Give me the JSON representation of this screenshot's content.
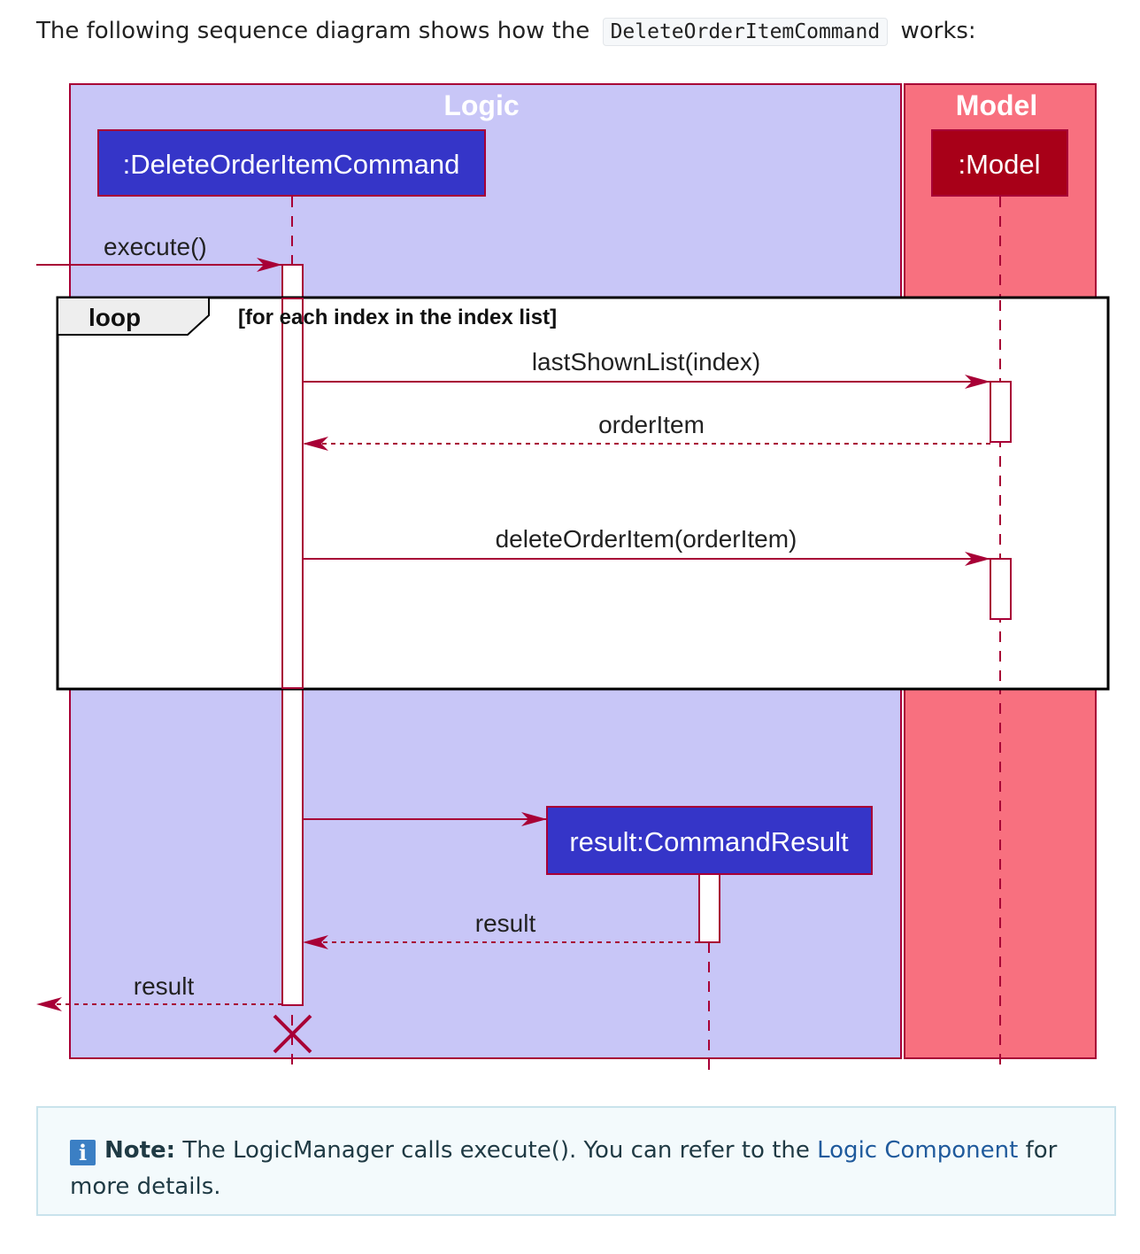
{
  "intro": {
    "prefix": "The following sequence diagram shows how the",
    "code": "DeleteOrderItemCommand",
    "suffix": "works:"
  },
  "diagram": {
    "boxes": {
      "logic": "Logic",
      "model": "Model"
    },
    "participants": {
      "command": ":DeleteOrderItemCommand",
      "model": ":Model",
      "result": "result:CommandResult"
    },
    "loop": {
      "keyword": "loop",
      "guard": "[for each index in the index list]"
    },
    "messages": {
      "execute": "execute()",
      "last_shown_list": "lastShownList(index)",
      "order_item": "orderItem",
      "delete_order_item": "deleteOrderItem(orderItem)",
      "result_return": "result",
      "result_final": "result"
    },
    "colors": {
      "logic_bg": "#c8c6f7",
      "model_bg": "#f8707f",
      "participant_blue": "#3535c8",
      "participant_red": "#a80018",
      "arrow": "#a80036"
    }
  },
  "note": {
    "icon": "i",
    "label": "Note:",
    "text_before_link": "The LogicManager calls execute(). You can refer to the",
    "link": "Logic Component",
    "text_after_link": "for more details."
  }
}
